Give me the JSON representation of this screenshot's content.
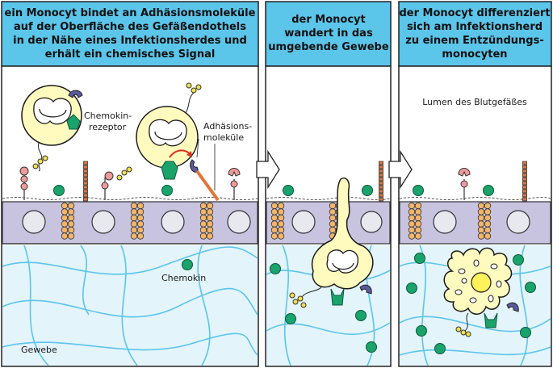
{
  "panels": [
    {
      "header_lines": [
        "ein Monocyt bindet an Adhäsionsmoleküle",
        "auf der Oberfläche des Gefäßendothels",
        "in der Nähe eines Infektionsherdes und",
        "erhält ein chemisches Signal"
      ]
    },
    {
      "header_lines": [
        "der Monocyt",
        "wandert in das",
        "umgebende Gewebe"
      ]
    },
    {
      "header_lines": [
        "der Monocyt differenziert",
        "sich am Infektionsherd",
        "zu einem Entzündungs-",
        "monocyten"
      ]
    }
  ],
  "labels": {
    "chemokin_rezeptor_1": "Chemokin-",
    "chemokin_rezeptor_2": "rezeptor",
    "adhaesion_1": "Adhäsions-",
    "adhaesion_2": "moleküle",
    "chemokin": "Chemokin",
    "lumen": "Lumen des Blutgefäßes",
    "gewebe": "Gewebe"
  },
  "colors": {
    "header_bg": "#5bc5ea",
    "cell_fill": "#fffbbf",
    "cell_stroke": "#1a1a1a",
    "endothel": "#c8c4e0",
    "nucleus": "#e8e8ef",
    "junction": "#f1b56c",
    "tissue_bg": "#e3f4fb",
    "fiber": "#5bc5ea",
    "chemokine": "#1aa36b",
    "receptor": "#1aa36b",
    "adhesion_pink": "#ef9b9b",
    "adhesion_orange": "#e0763a",
    "integrin": "#5b5a9b",
    "arrow": "#e0301e"
  }
}
